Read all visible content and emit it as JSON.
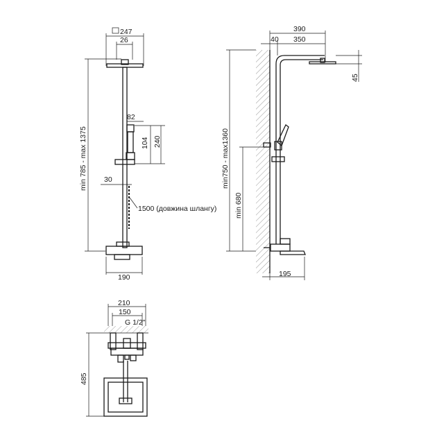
{
  "front": {
    "d247": "247",
    "d26": "26",
    "d82": "82",
    "d240": "240",
    "d104": "104",
    "d30": "30",
    "hose": "1500 (довжина шлангу)",
    "height": "min 785 - max 1375",
    "d190": "190"
  },
  "side": {
    "d390": "390",
    "d40": "40",
    "d350": "350",
    "d45": "45",
    "height": "min750 - max1360",
    "min680": "min 680",
    "d195": "195"
  },
  "mixer": {
    "d210": "210",
    "d150": "150",
    "thread": "G 1/2\"",
    "d485": "485"
  }
}
